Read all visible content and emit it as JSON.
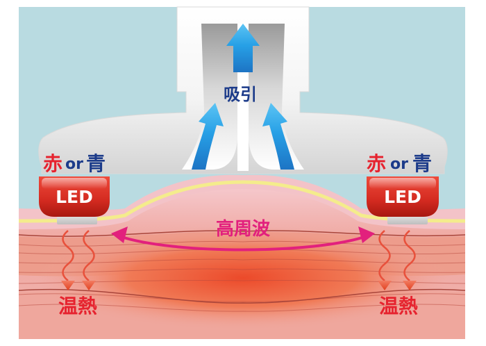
{
  "labels": {
    "suction": "吸引",
    "rf": "高周波",
    "led_text": "LED",
    "color_red": "赤",
    "color_or": "or",
    "color_blue": "青",
    "warm_heat": "温熱"
  },
  "colors": {
    "sky": "#b9dbe1",
    "red_text": "#e6232f",
    "navy_text": "#1c3b8a",
    "rf_magenta": "#e2207d",
    "led_red": "#d62c22",
    "arrow_blue": "#1f8fd6",
    "heat_arrow": "#e8513c"
  }
}
